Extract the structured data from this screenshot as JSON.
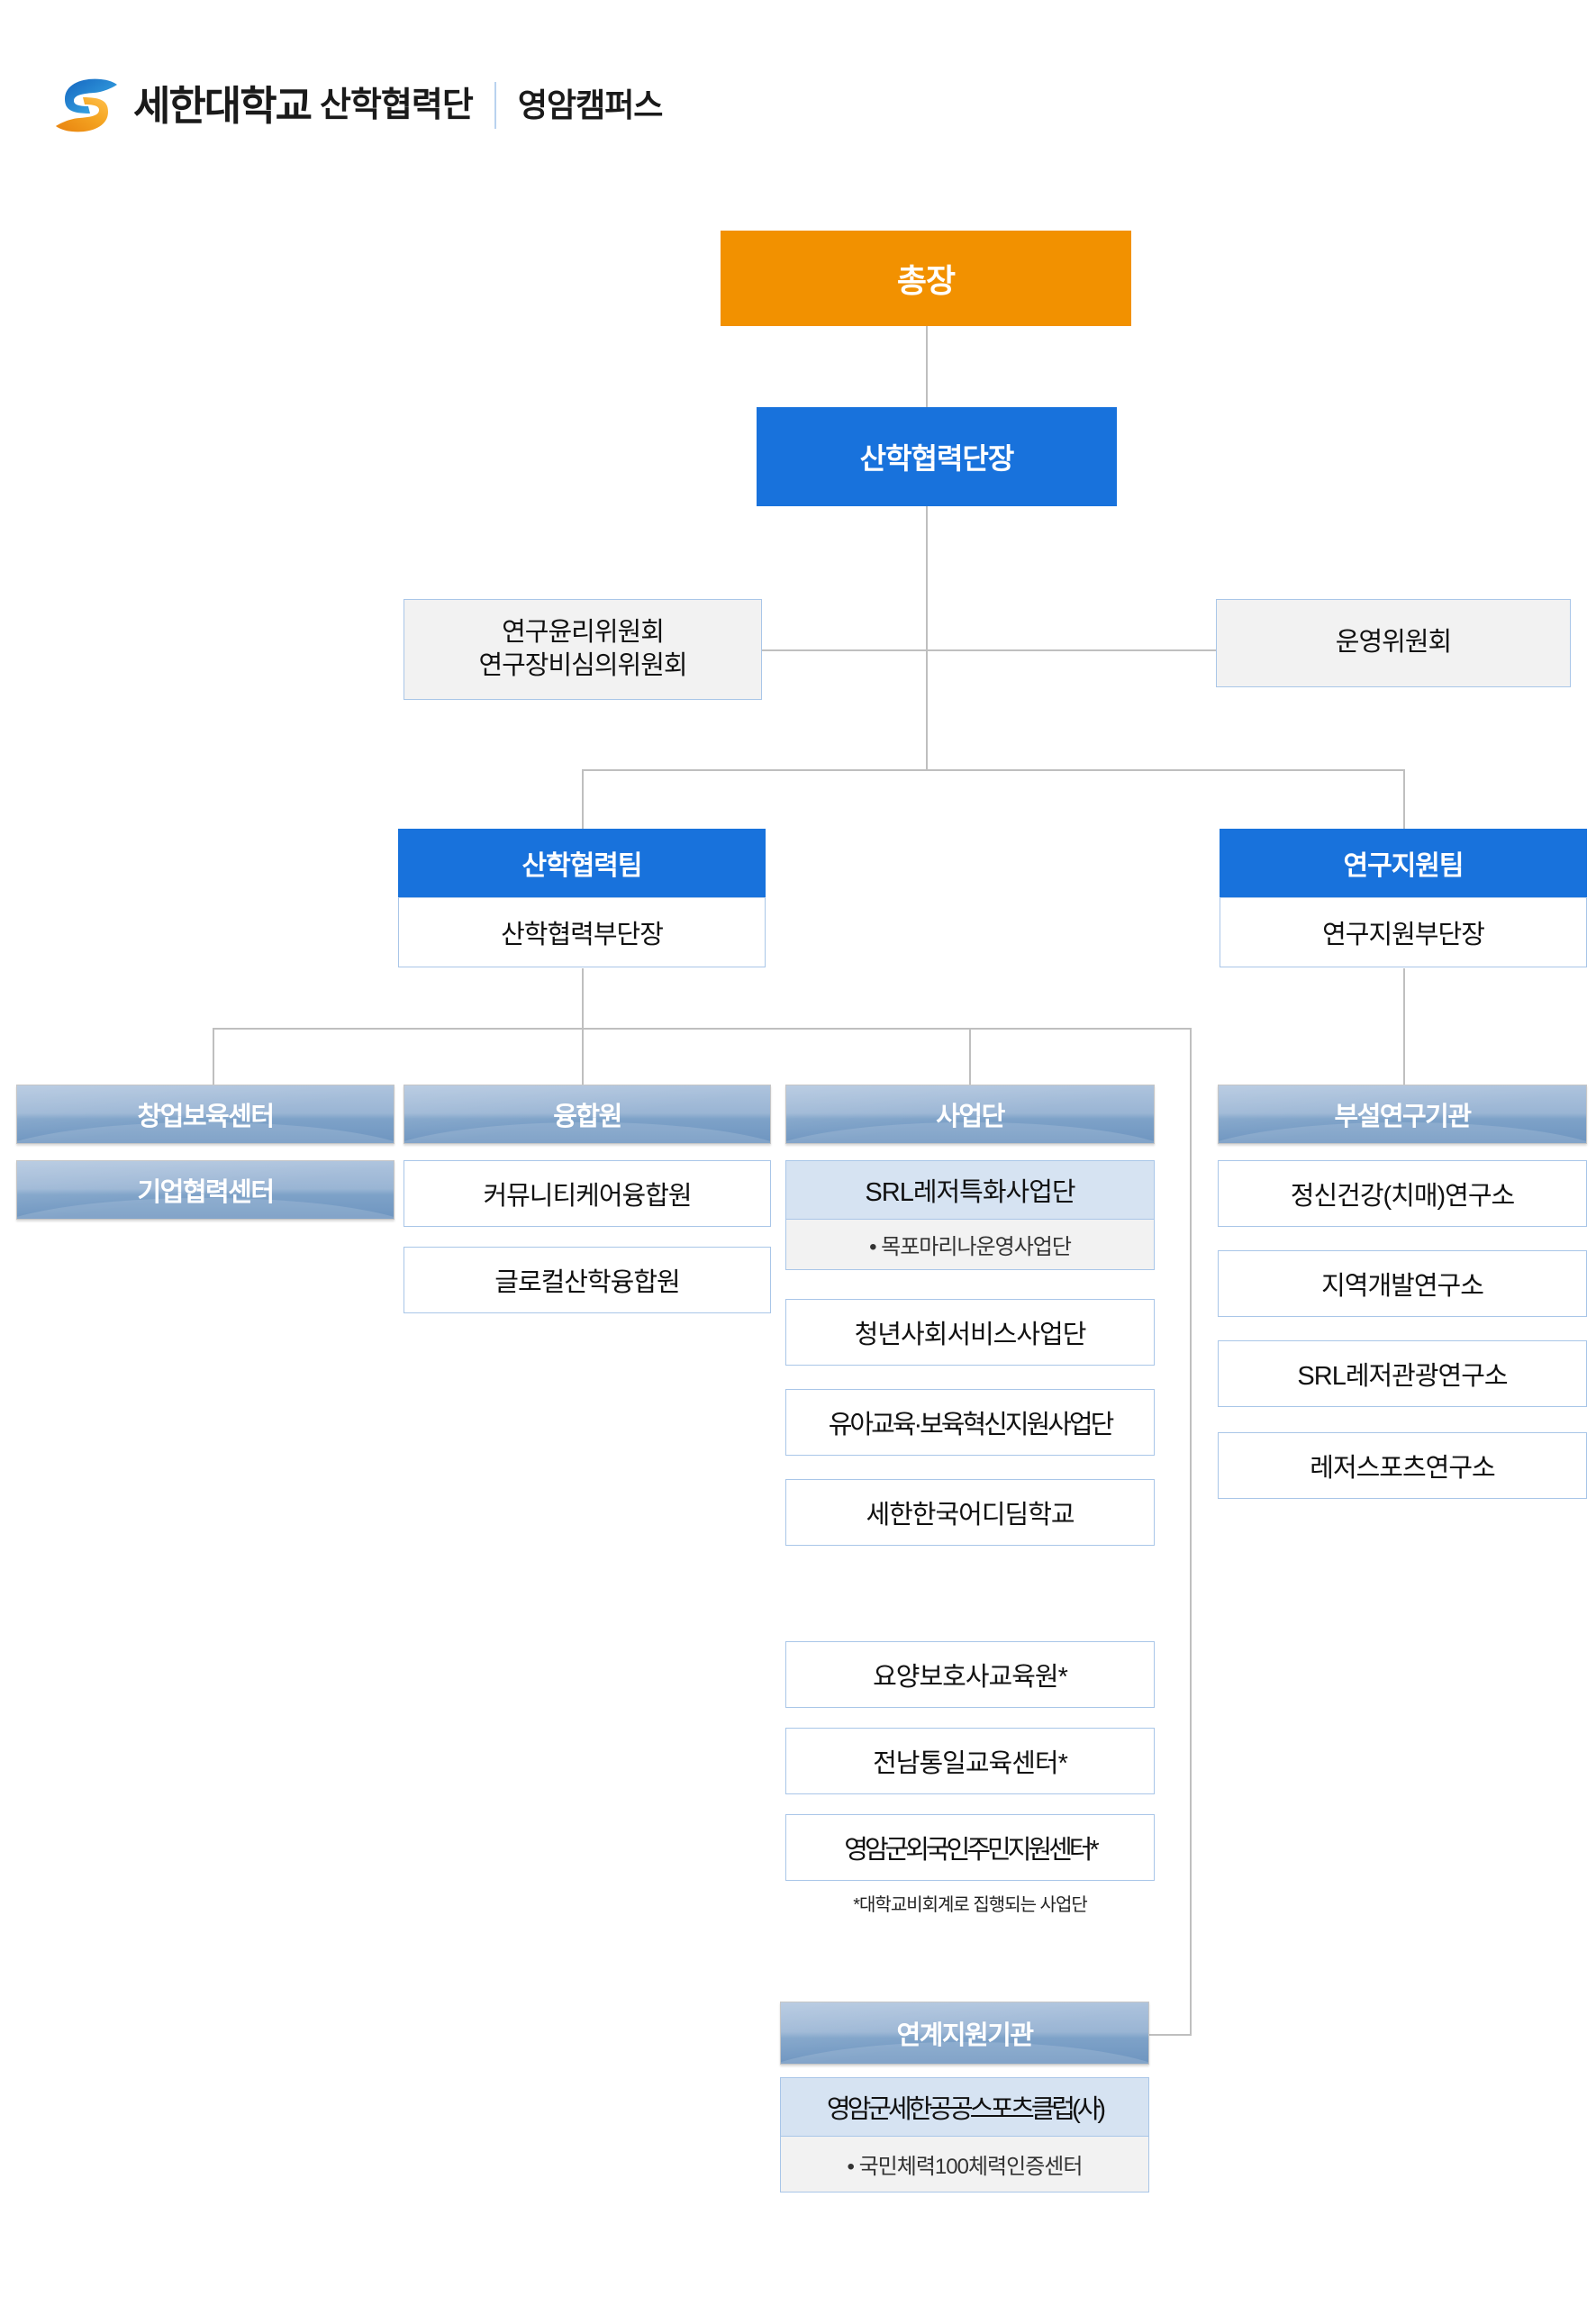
{
  "header": {
    "logo_icon": "sehan-s-logo-icon",
    "brand_main": "세한대학교",
    "brand_sub": "산학협력단",
    "campus": "영암캠퍼스",
    "colors": {
      "logo_blue": "#2B8FD6",
      "logo_orange": "#F29100",
      "divider": "#B9D2EF"
    }
  },
  "colors": {
    "president_orange": "#F29100",
    "director_blue": "#1872DC",
    "team_blue": "#1872DC",
    "gradient_steel": "#9AB5D4",
    "box_border": "#A9C6E8",
    "connector_gray": "#BFBFBF",
    "highlight_fill": "#D6E3F2",
    "subitem_fill": "#F2F2F2"
  },
  "chart_data": {
    "type": "diagram",
    "title": "세한대학교 산학협력단 조직도 (영암캠퍼스)",
    "nodes": {
      "president": "총장",
      "director": "산학협력단장",
      "committee_left": "연구윤리위원회\n연구장비심의위원회",
      "committee_left_line1": "연구윤리위원회",
      "committee_left_line2": "연구장비심의위원회",
      "committee_right": "운영위원회"
    }
  },
  "president": {
    "label": "총장"
  },
  "director": {
    "label": "산학협력단장"
  },
  "committees": {
    "left": {
      "line1": "연구윤리위원회",
      "line2": "연구장비심의위원회"
    },
    "right": {
      "label": "운영위원회"
    }
  },
  "teams": [
    {
      "head": "산학협력팀",
      "sub": "산학협력부단장"
    },
    {
      "head": "연구지원팀",
      "sub": "연구지원부단장"
    }
  ],
  "columns": {
    "incubation": {
      "header": "창업보육센터",
      "second": "기업협력센터"
    },
    "convergence": {
      "header": "융합원",
      "items": [
        "커뮤니티케어융합원",
        "글로컬산학융합원"
      ]
    },
    "projects": {
      "header": "사업단",
      "items": [
        {
          "label": "SRL레저특화사업단",
          "style": "highlight",
          "sub": "• 목포마리나운영사업단"
        },
        {
          "label": "청년사회서비스사업단",
          "style": "plain"
        },
        {
          "label": "유아교육·보육혁신지원사업단",
          "style": "plain"
        },
        {
          "label": "세한한국어디딤학교",
          "style": "plain"
        },
        {
          "label": "요양보호사교육원*",
          "style": "plain"
        },
        {
          "label": "전남통일교육센터*",
          "style": "plain"
        },
        {
          "label": "영암군외국인주민지원센터*",
          "style": "plain"
        }
      ],
      "footnote": "*대학교비회계로 집행되는 사업단"
    },
    "institutes": {
      "header": "부설연구기관",
      "items": [
        "정신건강(치매)연구소",
        "지역개발연구소",
        "SRL레저관광연구소",
        "레저스포츠연구소"
      ]
    }
  },
  "linked_support": {
    "header": "연계지원기관",
    "main": "영암군세한공공스포츠클럽(사)",
    "sub": "• 국민체력100체력인증센터"
  }
}
